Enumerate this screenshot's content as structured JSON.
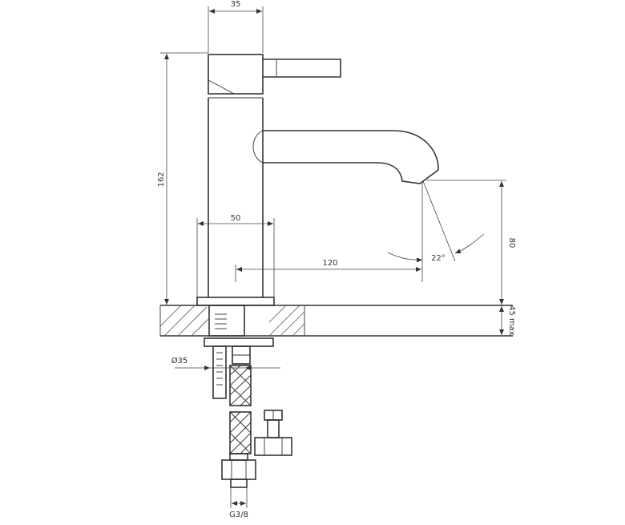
{
  "drawing": {
    "dimensions": {
      "body_width": "35",
      "total_height": "162",
      "base_width": "50",
      "reach": "120",
      "spout_height": "80",
      "countertop": "45 max",
      "spray_angle": "22°",
      "hole_diameter": "Ø35",
      "connector_thread": "G3/8"
    }
  }
}
